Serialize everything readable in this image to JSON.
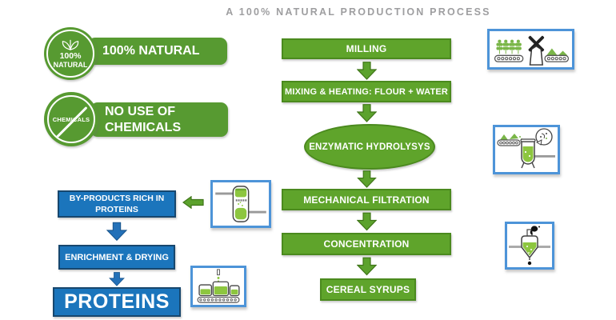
{
  "title": "A 100% NATURAL PRODUCTION PROCESS",
  "colors": {
    "badge_green": "#579A31",
    "process_green": "#5FA42B",
    "process_green_border": "#4B8A1E",
    "arrow_green": "#5CA22D",
    "arrow_green_border": "#3F7518",
    "byproduct_blue": "#1B75BC",
    "byproduct_blue_border": "#17476E",
    "arrow_blue": "#2471B8",
    "icon_frame_blue": "#4D94D8",
    "icon_green": "#8DC63F",
    "title_gray": "#9E9EA0"
  },
  "badges": {
    "natural": {
      "circle_icon": "leaves-icon",
      "circle_line1": "100%",
      "circle_line2": "NATURAL",
      "label": "100% NATURAL"
    },
    "no_chemicals": {
      "circle_icon": "no-chemicals-icon",
      "circle_text": "CHEMICALS",
      "label": "NO USE OF\nCHEMICALS"
    }
  },
  "process_flow": {
    "steps": [
      {
        "label": "MILLING",
        "shape": "rect"
      },
      {
        "label": "MIXING & HEATING: FLOUR + WATER",
        "shape": "rect"
      },
      {
        "label": "ENZYMATIC HYDROLYSYS",
        "shape": "ellipse"
      },
      {
        "label": "MECHANICAL FILTRATION",
        "shape": "rect"
      },
      {
        "label": "CONCENTRATION",
        "shape": "rect"
      },
      {
        "label": "CEREAL SYRUPS",
        "shape": "rect"
      }
    ]
  },
  "byproducts_flow": {
    "steps": [
      {
        "label": "BY-PRODUCTS RICH IN\nPROTEINS"
      },
      {
        "label": "ENRICHMENT & DRYING"
      },
      {
        "label": "PROTEINS"
      }
    ]
  },
  "icons": {
    "milling": "milling-windmill-icon",
    "hydrolysis": "hydrolysis-tank-icon",
    "filtration": "filtration-tank-icon",
    "concentration": "evaporator-vessel-icon",
    "enrichment": "filling-line-icon"
  }
}
